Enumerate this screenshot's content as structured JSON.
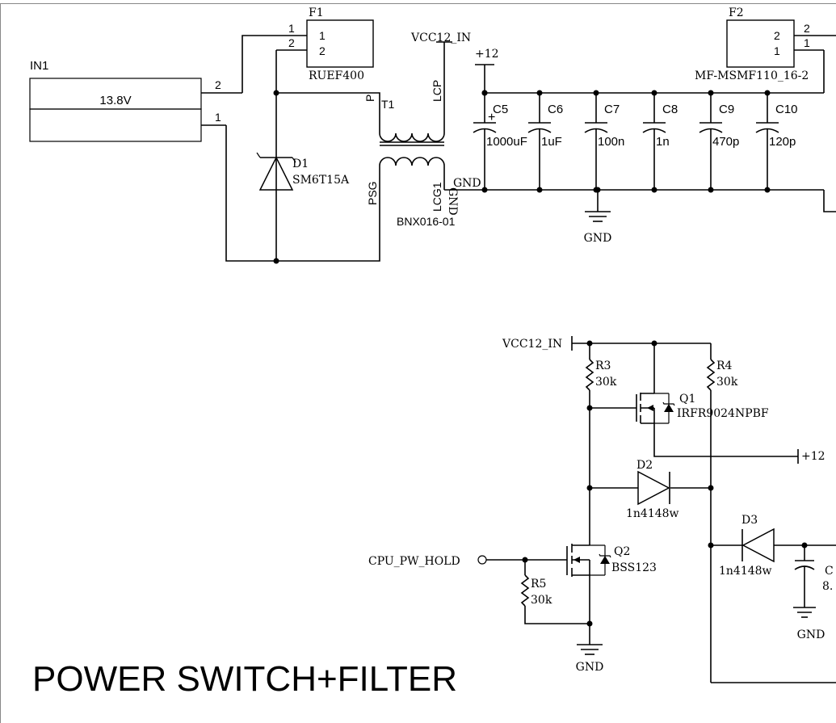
{
  "title": "POWER SWITCH+FILTER",
  "connector": {
    "ref": "IN1",
    "value": "13.8V",
    "pin_top": "2",
    "pin_bottom": "1"
  },
  "fuse_f1": {
    "ref": "F1",
    "part": "RUEF400",
    "pin1": "1",
    "pin2": "2",
    "wire1": "1",
    "wire2": "2"
  },
  "fuse_f2": {
    "ref": "F2",
    "part": "MF-MSMF110_16-2",
    "pin_top": "2",
    "pin_bottom": "1",
    "wire_top": "2",
    "wire_bottom": "1"
  },
  "tvs_d1": {
    "ref": "D1",
    "part": "SM6T15A"
  },
  "transformer": {
    "ref": "T1",
    "part": "BNX016-01",
    "pin_p": "P",
    "pin_lcp": "LCP",
    "pin_psg": "PSG",
    "pin_lcg1": "LCG1"
  },
  "nets": {
    "vcc12_in": "VCC12_IN",
    "plus12": "+12",
    "gnd": "GND",
    "cpu_pw_hold": "CPU_PW_HOLD"
  },
  "capacitors": [
    {
      "ref": "C5",
      "value": "1000uF",
      "polarized": true
    },
    {
      "ref": "C6",
      "value": "1uF",
      "polarized": false
    },
    {
      "ref": "C7",
      "value": "100n",
      "polarized": false
    },
    {
      "ref": "C8",
      "value": "1n",
      "polarized": false
    },
    {
      "ref": "C9",
      "value": "470p",
      "polarized": false
    },
    {
      "ref": "C10",
      "value": "120p",
      "polarized": false
    }
  ],
  "resistors": [
    {
      "ref": "R3",
      "value": "30k"
    },
    {
      "ref": "R4",
      "value": "30k"
    },
    {
      "ref": "R5",
      "value": "30k"
    }
  ],
  "q1": {
    "ref": "Q1",
    "part": "IRFR9024NPBF"
  },
  "q2": {
    "ref": "Q2",
    "part": "BSS123"
  },
  "d2": {
    "ref": "D2",
    "part": "1n4148w"
  },
  "d3": {
    "ref": "D3",
    "part": "1n4148w"
  },
  "c_partial": {
    "ref_fragment": "C",
    "value_fragment": "8."
  }
}
